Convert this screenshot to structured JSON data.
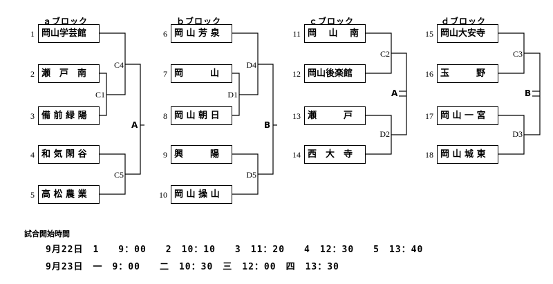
{
  "blocks": [
    {
      "title": "ａブロック"
    },
    {
      "title": "ｂブロック"
    },
    {
      "title": "ｃブロック"
    },
    {
      "title": "ｄブロック"
    }
  ],
  "teams": [
    {
      "num": "1",
      "name": "岡山学芸館"
    },
    {
      "num": "2",
      "name": "瀬　戸　南"
    },
    {
      "num": "3",
      "name": "備 前 緑 陽"
    },
    {
      "num": "4",
      "name": "和 気 閑 谷"
    },
    {
      "num": "5",
      "name": "高 松 農 業"
    },
    {
      "num": "6",
      "name": "岡 山 芳 泉"
    },
    {
      "num": "7",
      "name": "岡　　　山"
    },
    {
      "num": "8",
      "name": "岡 山 朝 日"
    },
    {
      "num": "9",
      "name": "興　　　陽"
    },
    {
      "num": "10",
      "name": "岡 山 操 山"
    },
    {
      "num": "11",
      "name": "岡　 山　 南"
    },
    {
      "num": "12",
      "name": "岡山後楽館"
    },
    {
      "num": "13",
      "name": "瀬　　　戸"
    },
    {
      "num": "14",
      "name": "西　大　寺"
    },
    {
      "num": "15",
      "name": "岡山大安寺"
    },
    {
      "num": "16",
      "name": "玉　　　野"
    },
    {
      "num": "17",
      "name": "岡 山 一 宮"
    },
    {
      "num": "18",
      "name": "岡 山 城 東"
    }
  ],
  "games": {
    "c1": "C1",
    "c4": "C4",
    "c5": "C5",
    "d1": "D1",
    "d4": "D4",
    "d5": "D5",
    "c2": "C2",
    "d2": "D2",
    "c3": "C3",
    "d3": "D3"
  },
  "finals": {
    "a1": "A",
    "b1": "B",
    "a2": "A",
    "b2": "B"
  },
  "schedule": {
    "title": "試合開始時間",
    "row1": "9月22日　1　　9：00　　2　10：10　　3　11：20　　4　12：30　　5　13：40",
    "row2": "9月23日　一　9：00　　二　10：30　三　12：00　四　13：30"
  }
}
